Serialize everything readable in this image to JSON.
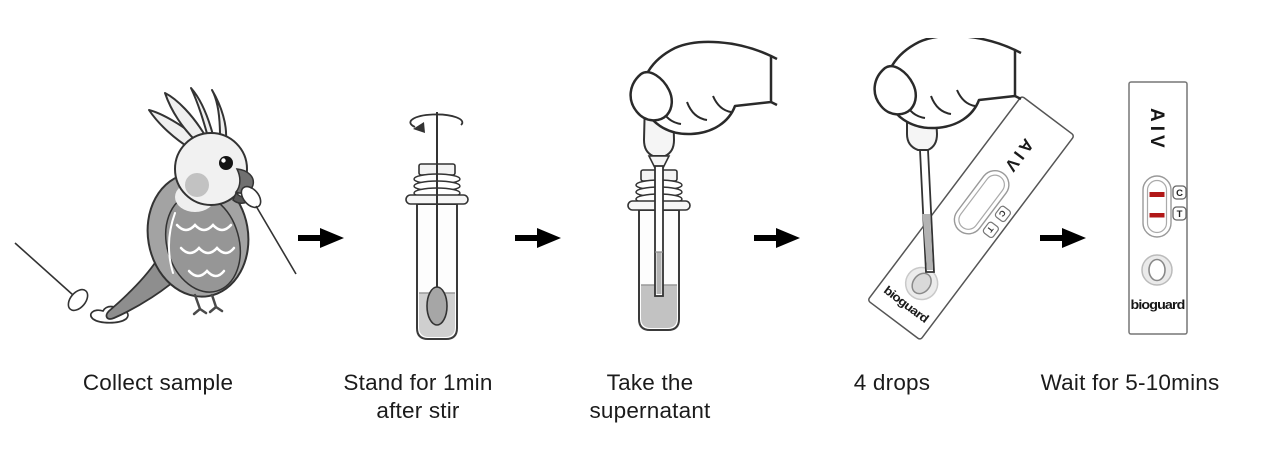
{
  "steps": [
    {
      "label": "Collect sample"
    },
    {
      "label": "Stand for 1min\nafter stir"
    },
    {
      "label": "Take the\nsupernatant"
    },
    {
      "label": "4 drops"
    },
    {
      "label": "Wait for 5-10mins"
    }
  ],
  "cassette": {
    "assay_name": "AIV",
    "control_line_label": "C",
    "test_line_label": "T",
    "brand": "bioguard",
    "line_color": "#b11818"
  },
  "icons": {
    "step_arrow": "➡",
    "stir_arrow": "circular-arrow"
  },
  "colors": {
    "background": "#ffffff",
    "arrow": "#000000",
    "text": "#1b1b1b",
    "bird_body": "#a3a3a3",
    "tube_liquid": "#cfcfcf",
    "test_line_red": "#b11818"
  }
}
